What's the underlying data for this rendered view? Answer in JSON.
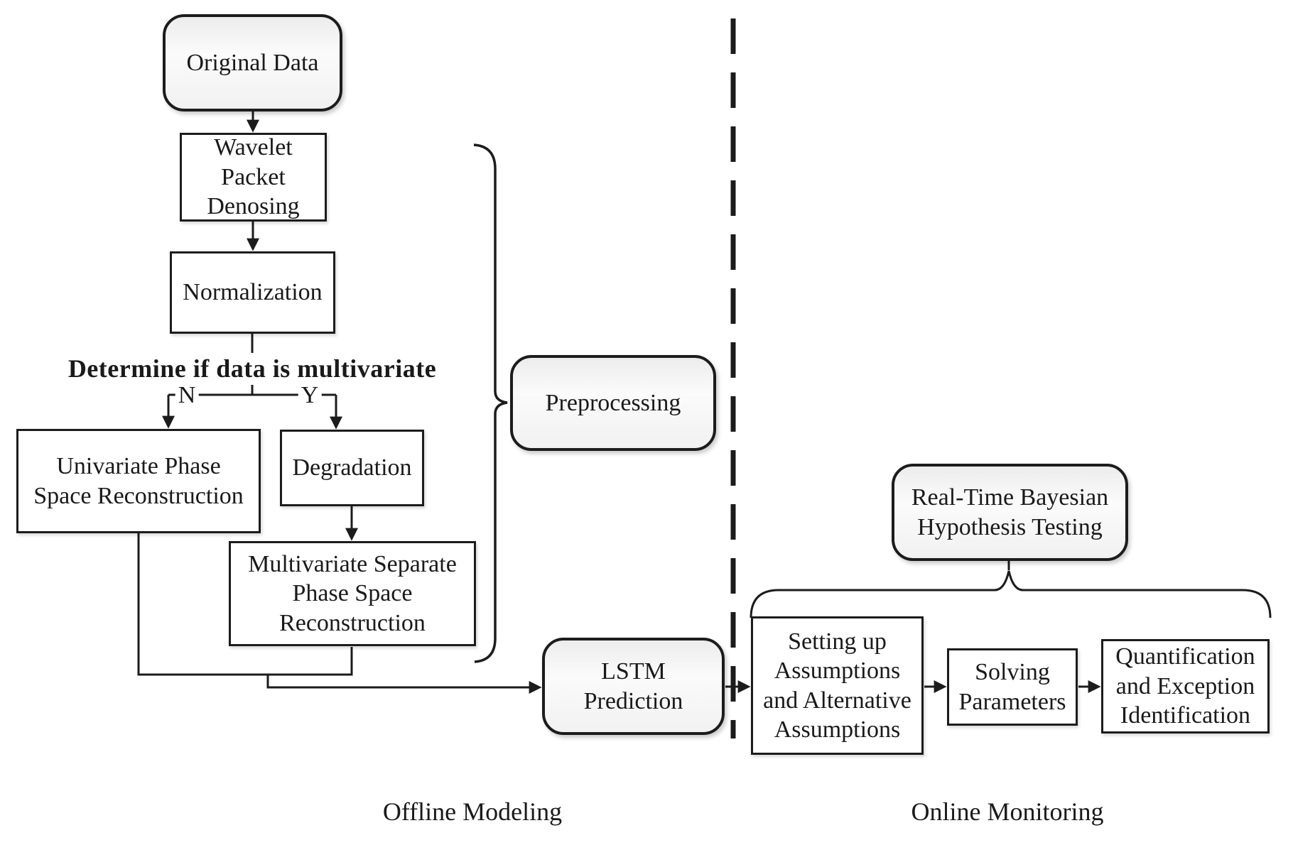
{
  "diagram": {
    "decision_text": "Determine if data is multivariate",
    "branch": {
      "no_label": "N",
      "yes_label": "Y"
    },
    "nodes": {
      "original_data": {
        "label": "Original Data"
      },
      "wavelet": {
        "lines": [
          "Wavelet",
          "Packet",
          "Denosing"
        ]
      },
      "normalization": {
        "label": "Normalization"
      },
      "univariate": {
        "lines": [
          "Univariate Phase",
          "Space Reconstruction"
        ]
      },
      "degradation": {
        "label": "Degradation"
      },
      "multivariate": {
        "lines": [
          "Multivariate Separate",
          "Phase Space",
          "Reconstruction"
        ]
      },
      "preprocessing": {
        "label": "Preprocessing"
      },
      "lstm": {
        "lines": [
          "LSTM",
          "Prediction"
        ]
      },
      "setting_up": {
        "lines": [
          "Setting up",
          "Assumptions",
          "and Alternative",
          "Assumptions"
        ]
      },
      "solving": {
        "lines": [
          "Solving",
          "Parameters"
        ]
      },
      "quantification": {
        "lines": [
          "Quantification",
          "and Exception",
          "Identification"
        ]
      },
      "realtime_bayesian": {
        "lines": [
          "Real-Time Bayesian",
          "Hypothesis Testing"
        ]
      }
    },
    "regions": {
      "offline_label": "Offline Modeling",
      "online_label": "Online Monitoring"
    },
    "colors": {
      "line": "#1c1c1c",
      "box_border": "#1c1c1c",
      "rounded_fill": "#f1f1f1",
      "background": "#ffffff"
    }
  }
}
